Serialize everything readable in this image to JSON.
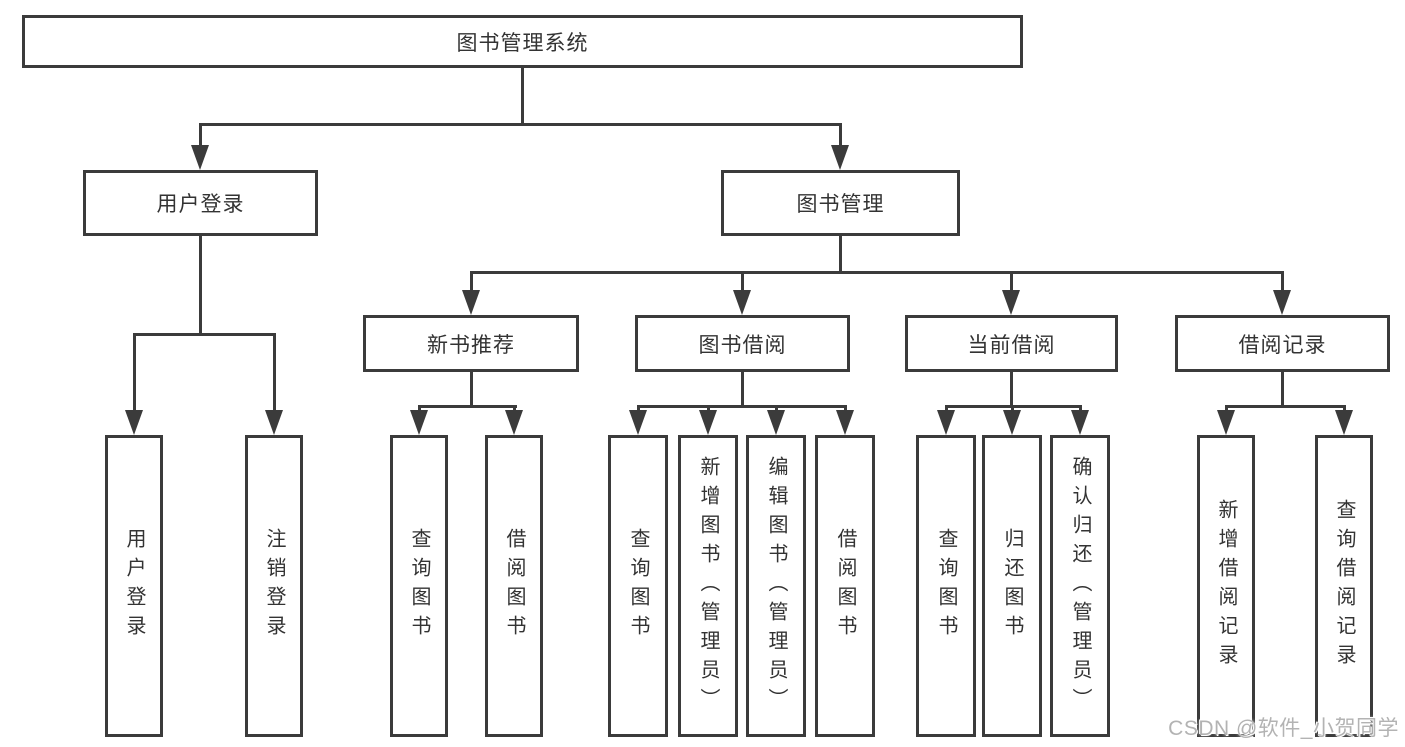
{
  "tree": {
    "root": "图书管理系统",
    "branches": [
      {
        "label": "用户登录",
        "children": [
          "用户登录",
          "注销登录"
        ]
      },
      {
        "label": "图书管理",
        "children": [
          {
            "label": "新书推荐",
            "children": [
              "查询图书",
              "借阅图书"
            ]
          },
          {
            "label": "图书借阅",
            "children": [
              "查询图书",
              "新增图书（管理员）",
              "编辑图书（管理员）",
              "借阅图书"
            ]
          },
          {
            "label": "当前借阅",
            "children": [
              "查询图书",
              "归还图书",
              "确认归还（管理员）"
            ]
          },
          {
            "label": "借阅记录",
            "children": [
              "新增借阅记录",
              "查询借阅记录"
            ]
          }
        ]
      }
    ]
  },
  "watermark": "CSDN @软件_小贺同学",
  "colors": {
    "line": "#3b3b3b",
    "text": "#333333",
    "watermark": "#b3b3b3",
    "background": "#ffffff"
  }
}
